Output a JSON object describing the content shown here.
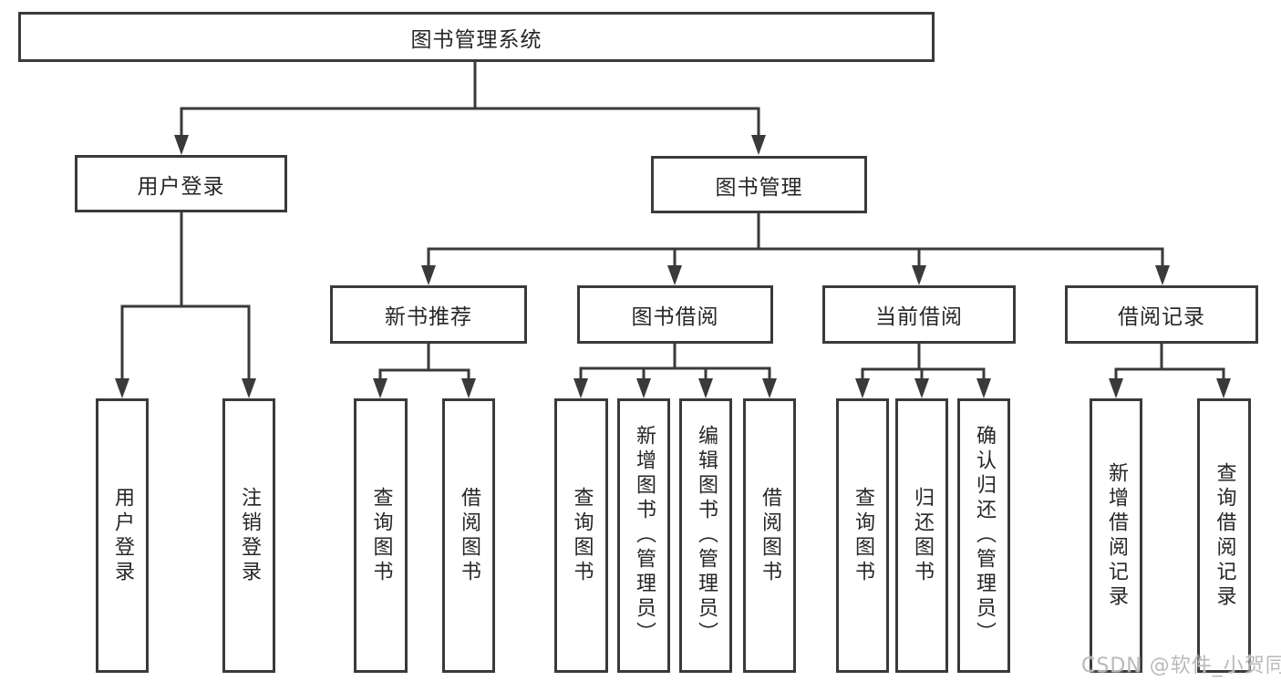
{
  "diagram": {
    "type": "hierarchy-tree",
    "colors": {
      "background": "#ffffff",
      "line": "#3a3a3a",
      "box_border": "#3a3a3a",
      "text": "#262626",
      "watermark": "#b9b9b9"
    },
    "watermark": {
      "text": "CSDN @软件_小贺同学"
    },
    "tree": {
      "root": {
        "label": "图书管理系统",
        "children": [
          {
            "label": "用户登录",
            "children": [
              {
                "label": "用户登录"
              },
              {
                "label": "注销登录"
              }
            ]
          },
          {
            "label": "图书管理",
            "children": [
              {
                "label": "新书推荐",
                "children": [
                  {
                    "label": "查询图书"
                  },
                  {
                    "label": "借阅图书"
                  }
                ]
              },
              {
                "label": "图书借阅",
                "children": [
                  {
                    "label": "查询图书"
                  },
                  {
                    "label": "新增图书（管理员）"
                  },
                  {
                    "label": "编辑图书（管理员）"
                  },
                  {
                    "label": "借阅图书"
                  }
                ]
              },
              {
                "label": "当前借阅",
                "children": [
                  {
                    "label": "查询图书"
                  },
                  {
                    "label": "归还图书"
                  },
                  {
                    "label": "确认归还（管理员）"
                  }
                ]
              },
              {
                "label": "借阅记录",
                "children": [
                  {
                    "label": "新增借阅记录"
                  },
                  {
                    "label": "查询借阅记录"
                  }
                ]
              }
            ]
          }
        ]
      }
    }
  }
}
